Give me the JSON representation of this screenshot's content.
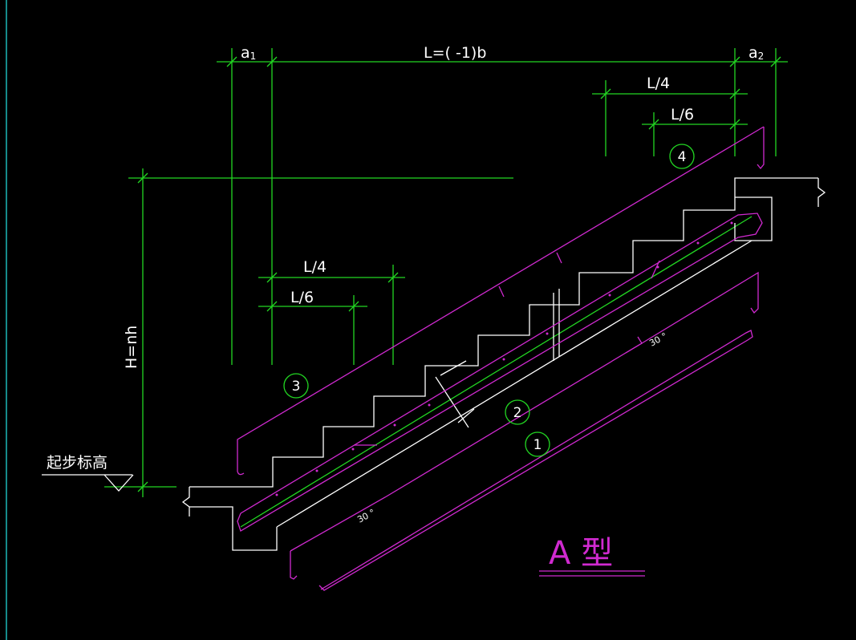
{
  "dimensions": {
    "a1": "a",
    "a1_sub": "1",
    "a2": "a",
    "a2_sub": "2",
    "length": "L=(   -1)b",
    "l4_top": "L/4",
    "l6_top": "L/6",
    "l4_bottom": "L/4",
    "l6_bottom": "L/6",
    "height": "H=nh"
  },
  "labels": {
    "start_elevation": "起步标高",
    "angle_upper": "30 °",
    "angle_lower": "30 °",
    "type_title": "A 型"
  },
  "markers": [
    "1",
    "2",
    "3",
    "4"
  ],
  "colors": {
    "background": "#000000",
    "dimension_lines": "#22d622",
    "rebar": "#d02ad0",
    "text": "#ffffff",
    "frame": "#22d6d6"
  }
}
